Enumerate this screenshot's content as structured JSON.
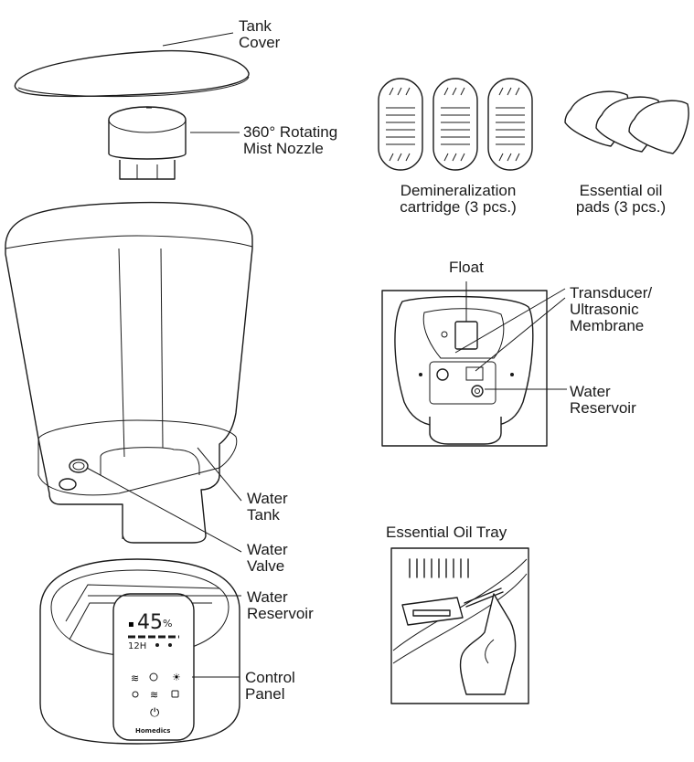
{
  "labels": {
    "tank_cover": "Tank\nCover",
    "mist_nozzle": "360° Rotating\nMist Nozzle",
    "demineralization": "Demineralization\ncartridge (3 pcs.)",
    "oil_pads": "Essential oil\npads (3 pcs.)",
    "float": "Float",
    "transducer": "Transducer/\nUltrasonic\nMembrane",
    "water_reservoir_detail": "Water\nReservoir",
    "water_tank": "Water\nTank",
    "water_valve": "Water\nValve",
    "water_reservoir": "Water\nReservoir",
    "control_panel": "Control\nPanel",
    "essential_oil_tray": "Essential Oil Tray"
  },
  "display": {
    "humidity": "45",
    "unit": "%",
    "timer": "12H",
    "brand": "Homedics"
  }
}
